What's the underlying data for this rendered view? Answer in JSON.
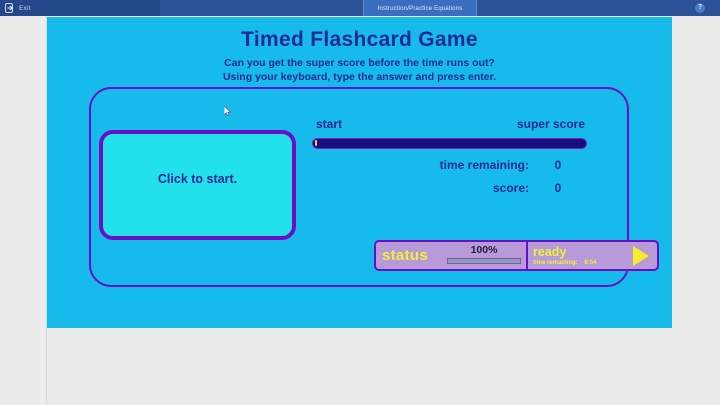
{
  "topbar": {
    "exit_label": "Exit",
    "exit_icon": "exit-door-icon",
    "active_tab": "Instruction/Practice  Equations",
    "help_icon": "question-mark-icon",
    "help_glyph": "?",
    "bg_color": "#2b5197"
  },
  "stage": {
    "bg_color": "#16bbeb",
    "title": "Timed Flashcard Game",
    "subtitle_line1": "Can you get the super score before the time runs out?",
    "subtitle_line2": "Using your keyboard, type the answer and press enter.",
    "title_color": "#1e2a96",
    "frame_border_color": "#6a0fc4"
  },
  "start_card": {
    "label": "Click to start.",
    "fill_color": "#22e0ec",
    "border_color": "#6a0fc4",
    "cursor_icon": "mouse-pointer-icon"
  },
  "score_panel": {
    "bar_start_label": "start",
    "bar_end_label": "super score",
    "progress_percent": 0,
    "progress_fill_color": "#1a0f7a",
    "progress_border_color": "#7a1fd0",
    "stats": [
      {
        "label": "time remaining:",
        "value": "0"
      },
      {
        "label": "score:",
        "value": "0"
      }
    ]
  },
  "status_widget": {
    "status_label": "status",
    "percent_label": "100%",
    "percent_value": 100,
    "state_label": "ready",
    "timer_label": "time remaining:",
    "timer_value": "8:54",
    "play_icon": "play-triangle-icon",
    "accent_text_color": "#f2ee3c",
    "panel_color": "#b89ad8",
    "border_color": "#6a0fc4"
  }
}
